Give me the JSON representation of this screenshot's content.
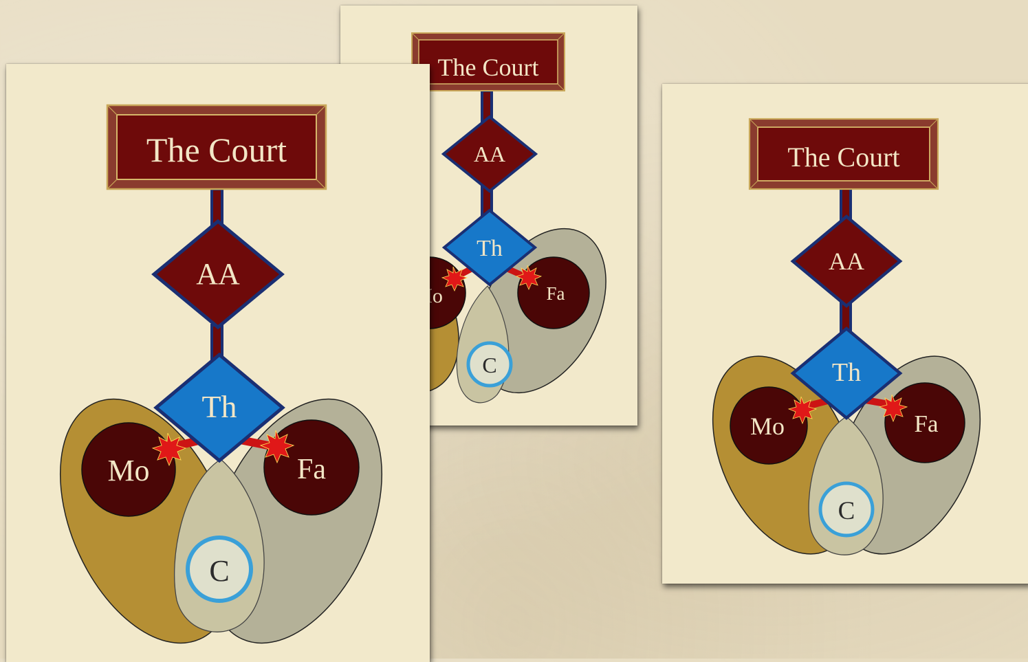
{
  "title": "The Court",
  "nodes": {
    "appellate": "AA",
    "tribunal": "Th",
    "mother": "Mo",
    "father": "Fa",
    "child": "C"
  },
  "colors": {
    "background": "#e7dcc1",
    "card": "#f2e9cb",
    "maroon": "#6e0a0a",
    "navy": "#1a2f73",
    "blue": "#1778c9",
    "dark_red_circle": "#4a0606",
    "ochre": "#b58f34",
    "gray_green": "#b4b198",
    "child_fill": "#dfe0cc",
    "child_ring": "#3aa0d8",
    "burst_red": "#e01818"
  }
}
